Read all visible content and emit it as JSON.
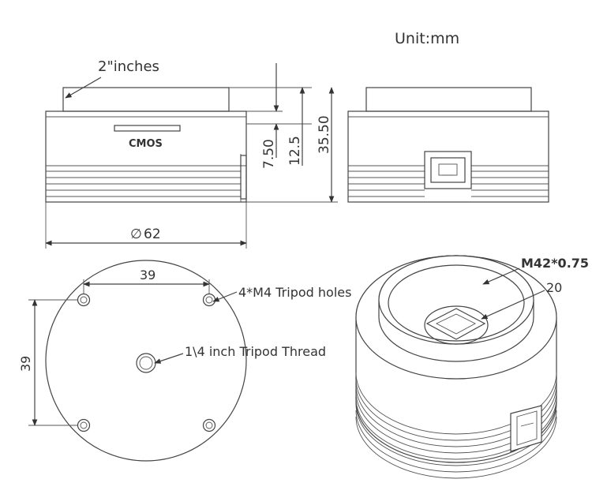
{
  "unit_label": "Unit:mm",
  "sensor_size_label": "2\"inches",
  "cmos_label": "CMOS",
  "dim_7_50": "7.50",
  "dim_12_5": "12.5",
  "dim_35_50": "35.50",
  "diameter_symbol": "∅",
  "diameter_value": "62",
  "dim_39_horizontal": "39",
  "dim_39_vertical": "39",
  "tripod_holes_label": "4*M4 Tripod holes",
  "tripod_thread_label": "1\\4 inch Tripod Thread",
  "thread_label": "M42*0.75",
  "dim_20": "20"
}
